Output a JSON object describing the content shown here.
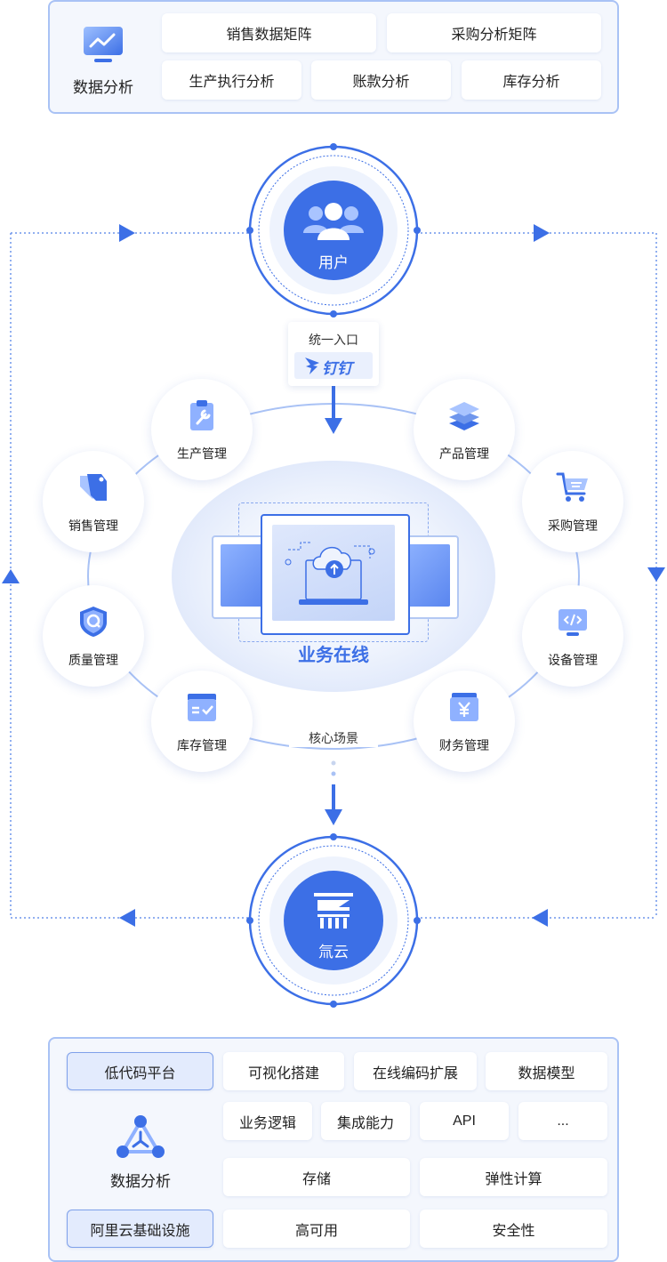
{
  "colors": {
    "primary": "#3c6fe6",
    "panel_border": "#a9c2f5",
    "panel_bg": "#f4f7fd",
    "highlight_chip": "#e3ebfd"
  },
  "top_panel": {
    "title": "数据分析",
    "icon": "chart-monitor-icon",
    "items": [
      "销售数据矩阵",
      "采购分析矩阵",
      "生产执行分析",
      "账款分析",
      "库存分析"
    ]
  },
  "user_node": {
    "label": "用户",
    "icon": "users-icon"
  },
  "entry": {
    "label": "统一入口",
    "brand": "钉钉",
    "brand_icon": "dingtalk-logo-icon"
  },
  "core": {
    "label": "业务在线",
    "ring_label": "核心场景",
    "icon": "cloud-upload-laptop-icon"
  },
  "modules": [
    {
      "label": "生产管理",
      "icon": "clipboard-wrench-icon"
    },
    {
      "label": "产品管理",
      "icon": "layers-icon"
    },
    {
      "label": "销售管理",
      "icon": "price-tag-icon"
    },
    {
      "label": "采购管理",
      "icon": "shopping-cart-icon"
    },
    {
      "label": "质量管理",
      "icon": "shield-q-icon"
    },
    {
      "label": "设备管理",
      "icon": "code-monitor-icon"
    },
    {
      "label": "库存管理",
      "icon": "inventory-box-icon"
    },
    {
      "label": "财务管理",
      "icon": "yen-wallet-icon"
    }
  ],
  "cloud_node": {
    "label": "氚云",
    "icon": "chuanyun-logo-icon"
  },
  "bottom_panel": {
    "title": "数据分析",
    "icon": "triangle-nodes-icon",
    "row_labels": [
      "低代码平台",
      "阿里云基础设施"
    ],
    "row1": [
      "可视化搭建",
      "在线编码扩展",
      "数据模型"
    ],
    "row2": [
      "业务逻辑",
      "集成能力",
      "API",
      "..."
    ],
    "row3": [
      "存储",
      "弹性计算"
    ],
    "row4": [
      "高可用",
      "安全性"
    ]
  }
}
